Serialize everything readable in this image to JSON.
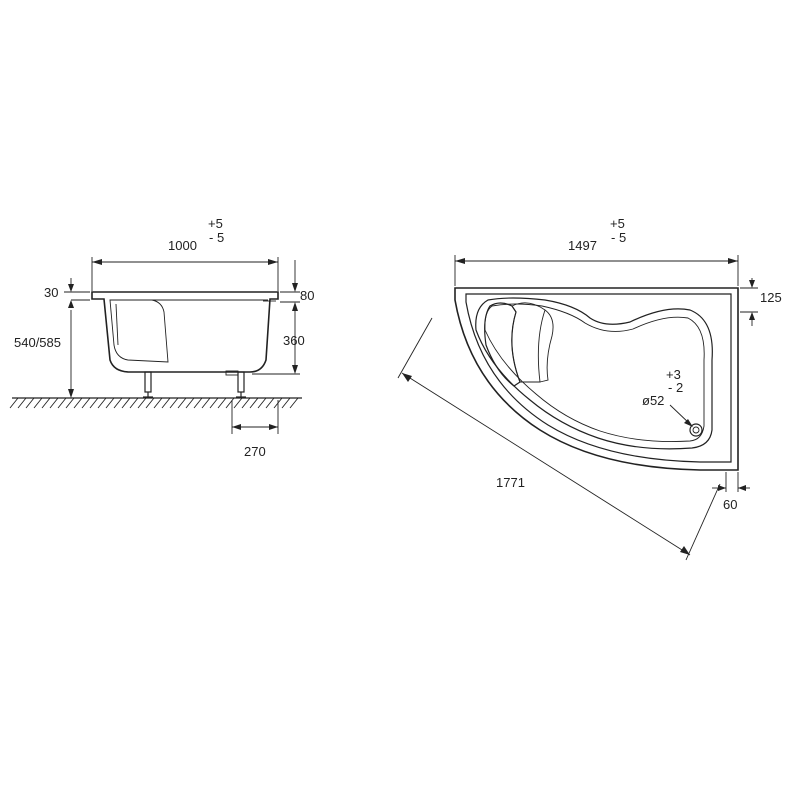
{
  "side_view": {
    "width": "1000",
    "width_tol_plus": "+5",
    "width_tol_minus": "- 5",
    "rim_thickness": "30",
    "total_height": "540/585",
    "rim_depth": "80",
    "inner_depth": "360",
    "leg_offset": "270"
  },
  "top_view": {
    "width": "1497",
    "width_tol_plus": "+5",
    "width_tol_minus": "- 5",
    "corner_offset": "125",
    "diagonal": "1771",
    "drain_diameter": "ø52",
    "drain_tol_plus": "+3",
    "drain_tol_minus": "- 2",
    "apron_offset": "60"
  }
}
